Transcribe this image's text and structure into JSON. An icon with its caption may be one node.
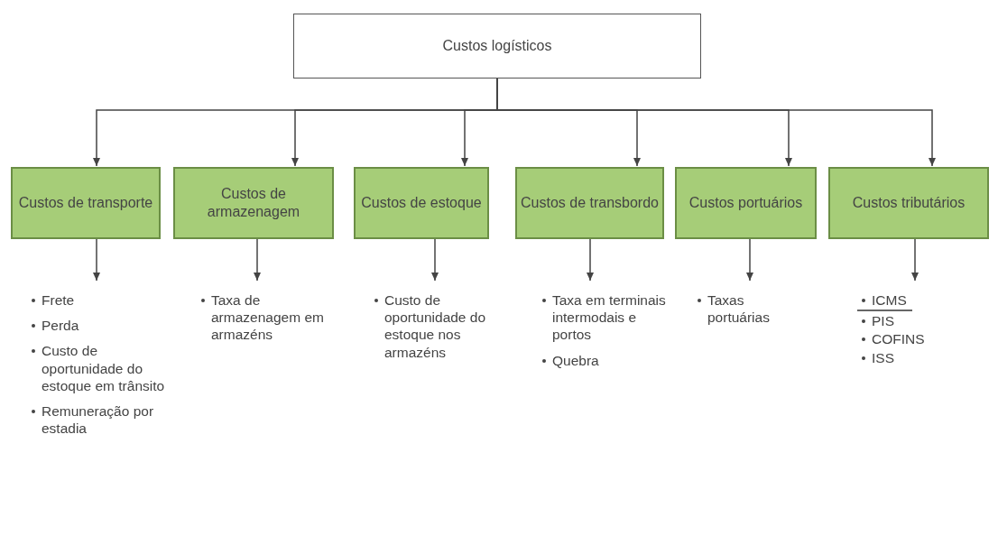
{
  "diagram": {
    "nodes": [
      {
        "text": [
          "Custos logísticos"
        ]
      },
      {
        "text": [
          "Custos de transporte"
        ]
      },
      {
        "text": [
          "Custos de armazenagem"
        ]
      },
      {
        "text": [
          "Custos de estoque"
        ]
      },
      {
        "text": [
          "Custos de transbordo"
        ]
      },
      {
        "text": [
          "Custos portuários"
        ]
      },
      {
        "text": [
          "Custos tributários"
        ]
      },
      {
        "text": [
          "Frete",
          "Perda",
          "Custo de oportunidade do estoque em trânsito",
          "Remuneração por estadia"
        ]
      },
      {
        "text": [
          "Taxa de armazenagem em armazéns"
        ]
      },
      {
        "text": [
          "Custo de oportunidade do estoque nos armazéns"
        ]
      },
      {
        "text": [
          "Taxa em terminais intermodais e portos",
          "Quebra"
        ]
      },
      {
        "text": [
          "Taxas portuárias"
        ]
      },
      {
        "text": [
          "ICMS",
          "PIS",
          "COFINS",
          "ISS"
        ]
      }
    ],
    "edges": [
      {
        "from": 0,
        "to": 1,
        "arrow": "to"
      },
      {
        "from": 0,
        "to": 2,
        "arrow": "to"
      },
      {
        "from": 0,
        "to": 3,
        "arrow": "to"
      },
      {
        "from": 0,
        "to": 4,
        "arrow": "to"
      },
      {
        "from": 0,
        "to": 5,
        "arrow": "to"
      },
      {
        "from": 0,
        "to": 6,
        "arrow": "to"
      },
      {
        "from": 1,
        "to": 7,
        "arrow": "to"
      },
      {
        "from": 2,
        "to": 8,
        "arrow": "to"
      },
      {
        "from": 3,
        "to": 9,
        "arrow": "to"
      },
      {
        "from": 4,
        "to": 10,
        "arrow": "to"
      },
      {
        "from": 5,
        "to": 11,
        "arrow": "to"
      },
      {
        "from": 6,
        "to": 12,
        "arrow": "to"
      }
    ]
  }
}
